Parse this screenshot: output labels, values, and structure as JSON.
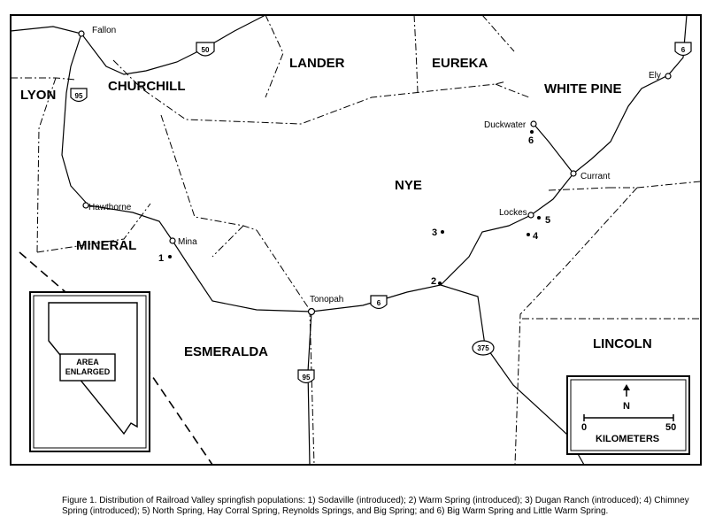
{
  "counties": {
    "lyon": "LYON",
    "churchill": "CHURCHILL",
    "lander": "LANDER",
    "eureka": "EUREKA",
    "white_pine": "WHITE PINE",
    "nye": "NYE",
    "mineral": "MINERAL",
    "esmeralda": "ESMERALDA",
    "lincoln": "LINCOLN"
  },
  "towns": {
    "fallon": "Fallon",
    "ely": "Ely",
    "duckwater": "Duckwater",
    "currant": "Currant",
    "lockes": "Lockes",
    "hawthorne": "Hawthorne",
    "mina": "Mina",
    "tonopah": "Tonopah"
  },
  "sites": {
    "s1": "1",
    "s2": "2",
    "s3": "3",
    "s4": "4",
    "s5": "5",
    "s6": "6"
  },
  "routes": {
    "us50": "50",
    "us6_east": "6",
    "us95_north": "95",
    "us6_mid": "6",
    "us95_south": "95",
    "sr375": "375"
  },
  "inset": {
    "label_line1": "AREA",
    "label_line2": "ENLARGED"
  },
  "scale": {
    "north": "N",
    "zero": "0",
    "fifty": "50",
    "unit": "KILOMETERS"
  },
  "caption": "Figure 1.  Distribution of Railroad Valley springfish populations:  1) Sodaville (introduced); 2) Warm Spring (introduced); 3) Dugan Ranch (introduced); 4) Chimney Spring (introduced); 5) North Spring, Hay Corral Spring, Reynolds Springs, and Big Spring; and 6) Big Warm Spring and Little Warm Spring."
}
